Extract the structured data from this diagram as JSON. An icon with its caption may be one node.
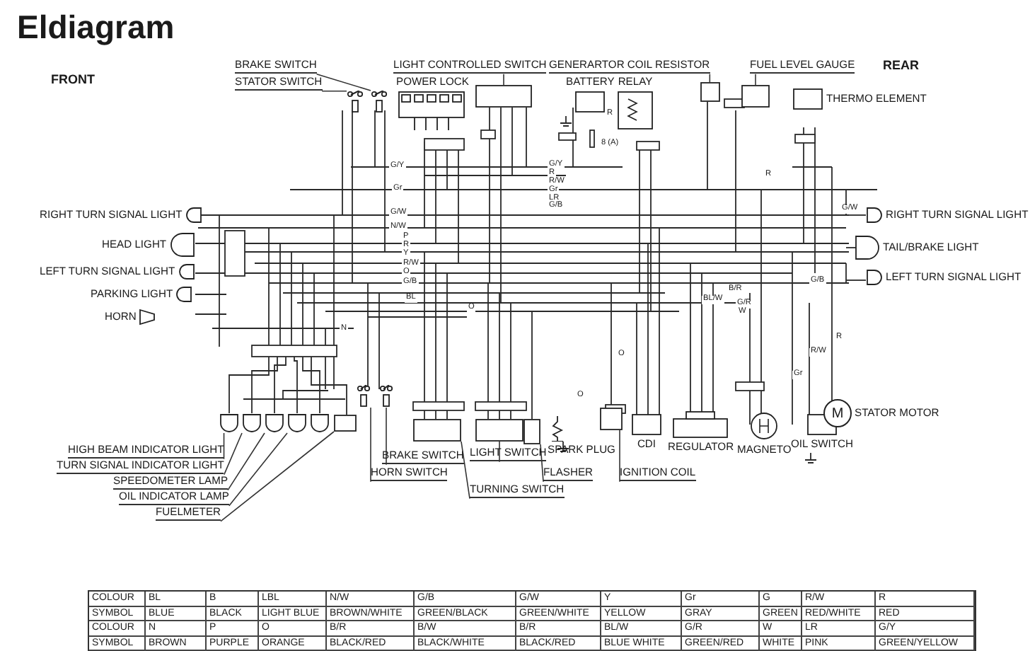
{
  "diagram": {
    "title": "Eldiagram",
    "nodes": [
      {
        "text": [
          "BRAKE SWITCH"
        ]
      },
      {
        "text": [
          "STATOR SWITCH"
        ]
      },
      {
        "text": [],
        "shape": "switch"
      },
      {
        "text": [],
        "shape": "switch"
      },
      {
        "text": [
          "LIGHT CONTROLLED SWITCH"
        ]
      },
      {
        "text": [],
        "shape": "box"
      },
      {
        "text": [
          "POWER LOCK"
        ]
      },
      {
        "text": [
          "GENERARTOR COIL RESISTOR"
        ]
      },
      {
        "text": [],
        "shape": "box"
      },
      {
        "text": [
          "BATTERY"
        ]
      },
      {
        "text": [
          "RELAY"
        ]
      },
      {
        "text": [
          "FUEL LEVEL GAUGE"
        ]
      },
      {
        "text": [],
        "shape": "box"
      },
      {
        "text": [
          "THERMO ELEMENT"
        ]
      },
      {
        "text": [
          "RIGHT TURN SIGNAL LIGHT"
        ]
      },
      {
        "text": [
          "HEAD LIGHT"
        ]
      },
      {
        "text": [
          "LEFT TURN SIGNAL LIGHT"
        ]
      },
      {
        "text": [
          "PARKING LIGHT"
        ]
      },
      {
        "text": [
          "HORN"
        ]
      },
      {
        "text": [
          "RIGHT TURN SIGNAL LIGHT"
        ]
      },
      {
        "text": [
          "TAIL/BRAKE LIGHT"
        ]
      },
      {
        "text": [
          "LEFT TURN SIGNAL LIGHT"
        ]
      },
      {
        "text": [],
        "shape": "lamp"
      },
      {
        "text": [],
        "shape": "lamp"
      },
      {
        "text": [],
        "shape": "lamp"
      },
      {
        "text": [],
        "shape": "lamp"
      },
      {
        "text": [],
        "shape": "lamp"
      },
      {
        "text": [],
        "shape": "box"
      },
      {
        "text": [
          "HIGH BEAM INDICATOR LIGHT"
        ]
      },
      {
        "text": [
          "TURN SIGNAL INDICATOR LIGHT"
        ]
      },
      {
        "text": [
          "SPEEDOMETER LAMP"
        ]
      },
      {
        "text": [
          "OIL INDICATOR LAMP"
        ]
      },
      {
        "text": [
          "FUELMETER"
        ]
      },
      {
        "text": [],
        "shape": "switch"
      },
      {
        "text": [],
        "shape": "switch"
      },
      {
        "text": [
          "BRAKE SWITCH"
        ]
      },
      {
        "text": [
          "HORN SWITCH"
        ]
      },
      {
        "text": [],
        "shape": "box"
      },
      {
        "text": [],
        "shape": "box"
      },
      {
        "text": [
          "LIGHT SWITCH"
        ]
      },
      {
        "text": [
          "TURNING SWITCH"
        ]
      },
      {
        "text": [],
        "shape": "box"
      },
      {
        "text": [
          "FLASHER"
        ]
      },
      {
        "text": [
          "SPARK PLUG"
        ]
      },
      {
        "text": [],
        "shape": "box"
      },
      {
        "text": [
          "IGNITION COIL"
        ]
      },
      {
        "text": [
          "CDI"
        ]
      },
      {
        "text": [
          "REGULATOR"
        ]
      },
      {
        "text": [
          "MAGNETO"
        ]
      },
      {
        "text": [
          "OIL SWITCH"
        ]
      },
      {
        "text": [
          "M",
          "STATOR MOTOR"
        ]
      }
    ],
    "edges": [
      {
        "from": 0,
        "to": 2,
        "arrow": "none"
      },
      {
        "from": 1,
        "to": 3,
        "arrow": "none"
      },
      {
        "from": 4,
        "to": 5,
        "arrow": "none"
      },
      {
        "from": 7,
        "to": 8,
        "arrow": "none"
      },
      {
        "from": 11,
        "to": 12,
        "arrow": "none"
      },
      {
        "from": 28,
        "to": 22,
        "arrow": "none"
      },
      {
        "from": 29,
        "to": 23,
        "arrow": "none"
      },
      {
        "from": 30,
        "to": 24,
        "arrow": "none"
      },
      {
        "from": 31,
        "to": 25,
        "arrow": "none"
      },
      {
        "from": 32,
        "to": 27,
        "arrow": "none"
      },
      {
        "from": 35,
        "to": 34,
        "arrow": "none"
      },
      {
        "from": 36,
        "to": 33,
        "arrow": "none"
      },
      {
        "from": 39,
        "to": 38,
        "arrow": "none"
      },
      {
        "from": 40,
        "to": 37,
        "arrow": "none"
      },
      {
        "from": 42,
        "to": 41,
        "arrow": "none"
      },
      {
        "from": 45,
        "to": 44,
        "arrow": "none"
      }
    ],
    "labels": [
      "FRONT",
      "REAR",
      "R",
      "8 (A)",
      "G/Y",
      "G/Y",
      "R",
      "R/W",
      "Gr",
      "Gr",
      "LR",
      "R",
      "G/B",
      "G/W",
      "G/W",
      "N/W",
      "P",
      "R",
      "Y",
      "R/W",
      "O",
      "G/B",
      "G/B",
      "B/R",
      "BL",
      "BL/W",
      "G/R",
      "O",
      "W",
      "N",
      "R",
      "R/W",
      "O",
      "Gr",
      "O",
      "COLOUR",
      "BL",
      "B",
      "LBL",
      "N/W",
      "G/B",
      "G/W",
      "Y",
      "Gr",
      "G",
      "R/W",
      "R",
      "SYMBOL",
      "BLUE",
      "BLACK",
      "LIGHT BLUE",
      "BROWN/WHITE",
      "GREEN/BLACK",
      "GREEN/WHITE",
      "YELLOW",
      "GRAY",
      "GREEN",
      "RED/WHITE",
      "RED",
      "COLOUR",
      "N",
      "P",
      "O",
      "B/R",
      "B/W",
      "B/R",
      "BL/W",
      "G/R",
      "W",
      "LR",
      "G/Y",
      "SYMBOL",
      "BROWN",
      "PURPLE",
      "ORANGE",
      "BLACK/RED",
      "BLACK/WHITE",
      "BLACK/RED",
      "BLUE WHITE",
      "GREEN/RED",
      "WHITE",
      "PINK",
      "GREEN/YELLOW"
    ]
  }
}
